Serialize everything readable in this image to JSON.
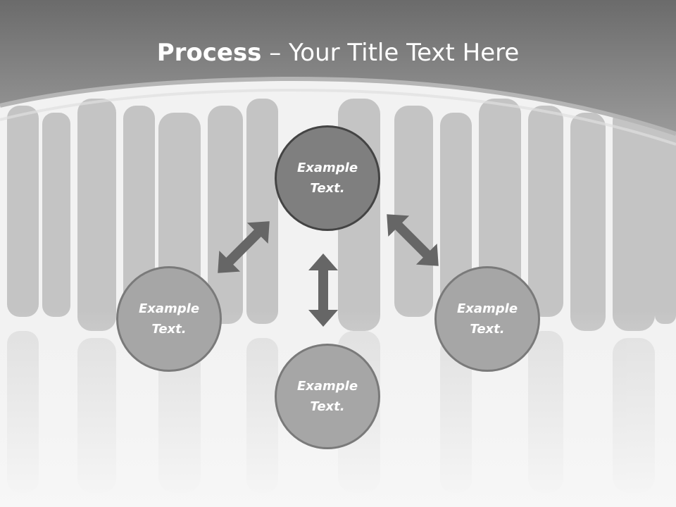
{
  "title": {
    "bold": "Process",
    "rest": " – Your Title Text Here"
  },
  "nodes": {
    "top": "Example Text.",
    "left": "Example Text.",
    "right": "Example Text.",
    "bottom": "Example Text."
  },
  "colors": {
    "header": "#8c8c8c",
    "silhouette": "#c4c4c4",
    "center_node": "#7f7f7f",
    "outer_node": "#a6a6a6",
    "arrow": "#666666"
  }
}
